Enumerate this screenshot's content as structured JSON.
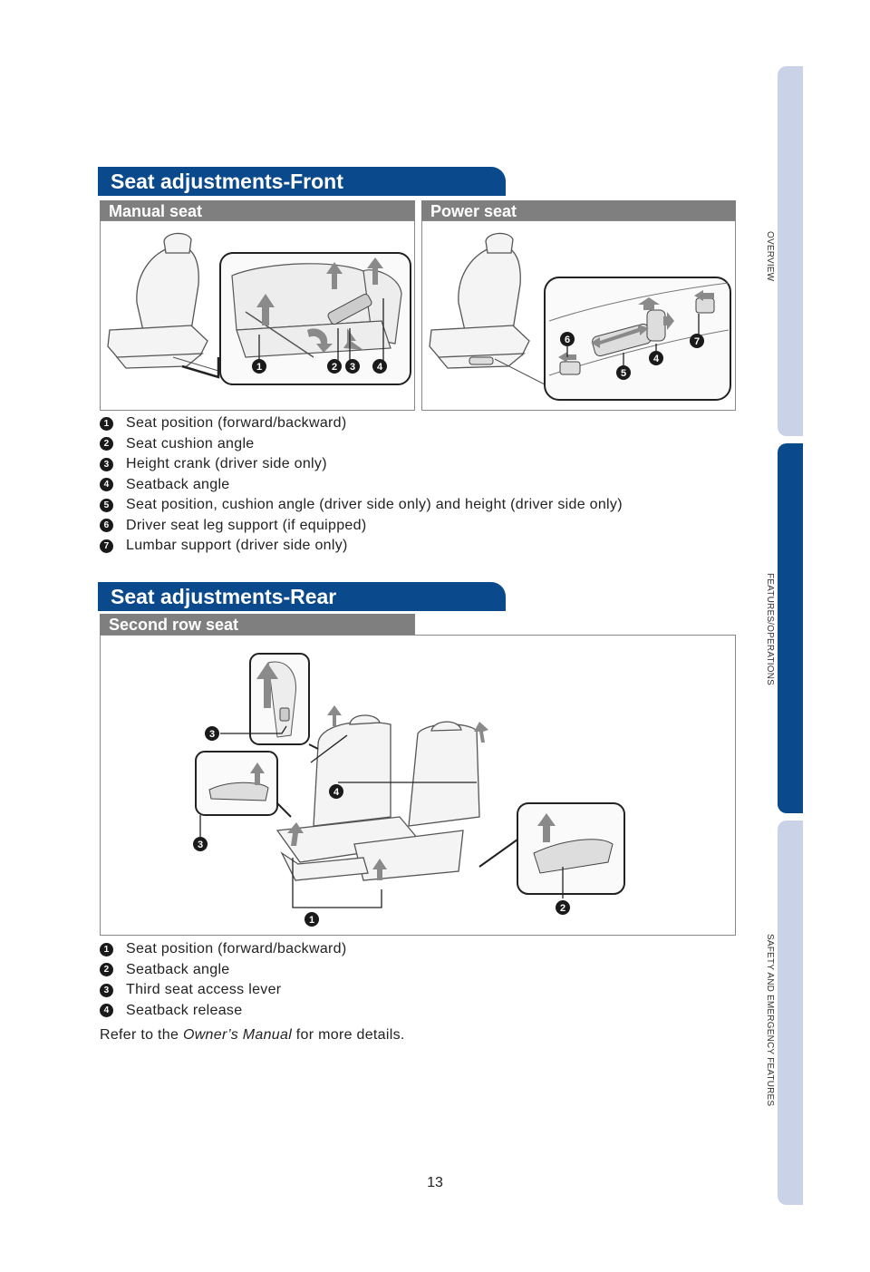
{
  "front": {
    "title": "Seat adjustments-Front",
    "manual_label": "Manual seat",
    "power_label": "Power seat",
    "legend": [
      {
        "num": "1",
        "text": "Seat position (forward/backward)"
      },
      {
        "num": "2",
        "text": "Seat cushion angle"
      },
      {
        "num": "3",
        "text": "Height crank (driver side only)"
      },
      {
        "num": "4",
        "text": "Seatback angle"
      },
      {
        "num": "5",
        "text": "Seat position, cushion angle (driver side only) and height (driver side only)"
      },
      {
        "num": "6",
        "text": "Driver seat leg support (if equipped)"
      },
      {
        "num": "7",
        "text": "Lumbar support (driver side only)"
      }
    ]
  },
  "rear": {
    "title": "Seat adjustments-Rear",
    "second_row_label": "Second row seat",
    "legend": [
      {
        "num": "1",
        "text": "Seat position (forward/backward)"
      },
      {
        "num": "2",
        "text": "Seatback angle"
      },
      {
        "num": "3",
        "text": "Third seat access lever"
      },
      {
        "num": "4",
        "text": "Seatback release"
      }
    ]
  },
  "note": {
    "prefix": "Refer to the ",
    "manual": "Owner’s Manual",
    "suffix": " for more details."
  },
  "page_number": "13",
  "side_tabs": {
    "overview": "OVERVIEW",
    "features": "FEATURES/OPERATIONS",
    "safety": "SAFETY AND EMERGENCY FEATURES"
  },
  "colors": {
    "section_blue": "#0a4a8c",
    "sub_gray": "#7f7f7f",
    "tab_light": "#c9d2e6",
    "arrow_gray": "#8a8a8a"
  }
}
